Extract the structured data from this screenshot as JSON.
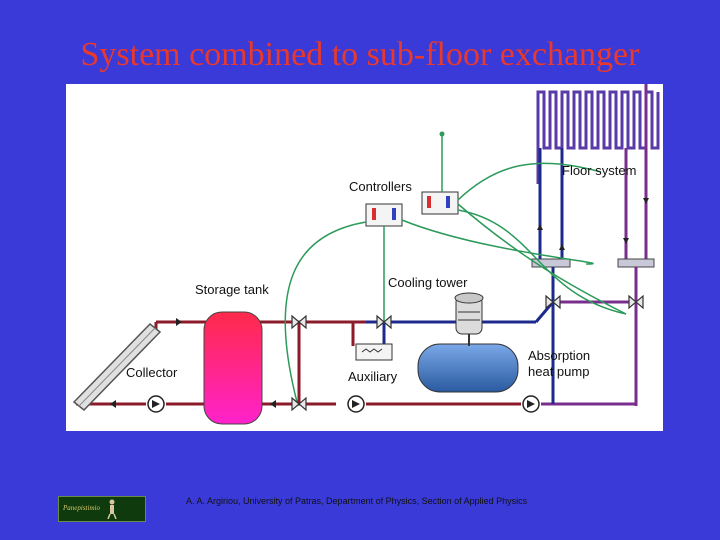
{
  "slide": {
    "title": "System combined to sub-floor exchanger",
    "footer": "A. A. Argiriou, University of Patras, Department of Physics, Section of Applied Physics"
  },
  "diagram": {
    "labels": {
      "floor_system": "Floor system",
      "controllers": "Controllers",
      "storage_tank": "Storage tank",
      "cooling_tower": "Cooling tower",
      "collector": "Collector",
      "auxiliary": "Auxiliary",
      "absorption_line1": "Absorption",
      "absorption_line2": "heat pump"
    },
    "colors": {
      "hot_pipe": "#8b1a2a",
      "cold_pipe": "#1c2a8c",
      "floor_pipe": "#7a2e8c",
      "control_wire": "#2c9a5a",
      "storage_tank": "#ff2a9a",
      "heat_pump_body": "#4a7ec8"
    }
  }
}
